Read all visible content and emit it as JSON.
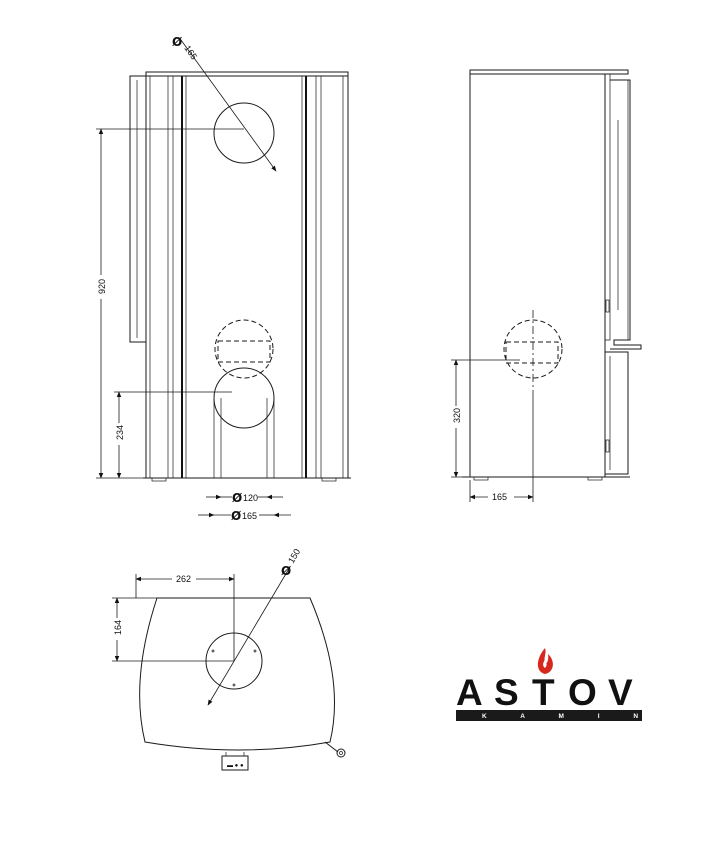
{
  "front_view": {
    "dim_height_920": "920",
    "dim_height_234": "234",
    "dim_dia_top": "165",
    "dim_dia_bottom_inner": "120",
    "dim_dia_bottom_outer": "165",
    "phi_symbol": "Ø"
  },
  "side_view": {
    "dim_height_320": "320",
    "dim_offset_165": "165"
  },
  "top_view": {
    "dim_width_262": "262",
    "dim_depth_164": "164",
    "dim_dia_150": "150"
  },
  "logo": {
    "letters": [
      "A",
      "S",
      "T",
      "O",
      "V"
    ],
    "subtitle": "K A M I N",
    "accent_color": "#d6281c",
    "flame_icon": "flame-icon"
  }
}
